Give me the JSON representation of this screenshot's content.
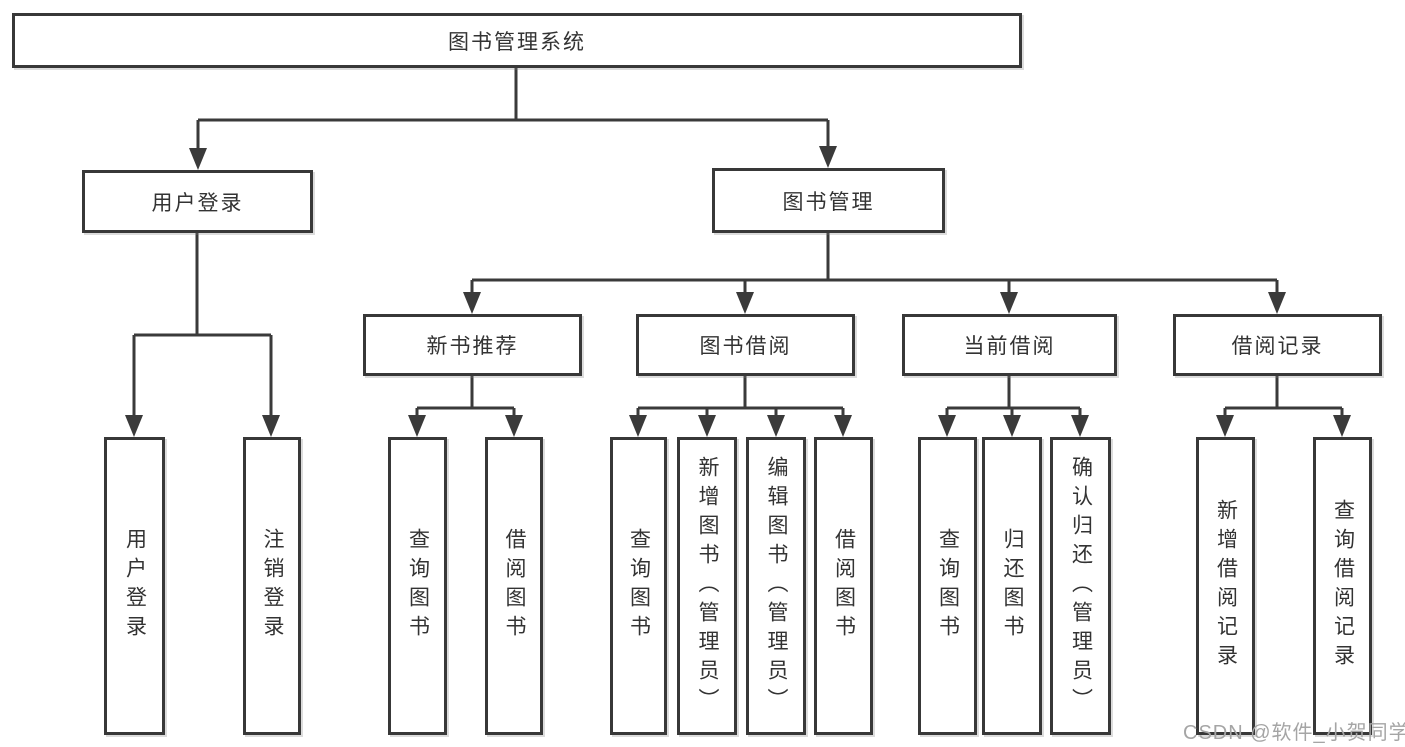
{
  "tree": {
    "root": {
      "label": "图书管理系统",
      "children": [
        {
          "label": "用户登录",
          "children": [
            {
              "label": "用户登录"
            },
            {
              "label": "注销登录"
            }
          ]
        },
        {
          "label": "图书管理",
          "children": [
            {
              "label": "新书推荐",
              "children": [
                {
                  "label": "查询图书"
                },
                {
                  "label": "借阅图书"
                }
              ]
            },
            {
              "label": "图书借阅",
              "children": [
                {
                  "label": "查询图书"
                },
                {
                  "label": "新增图书（管理员）"
                },
                {
                  "label": "编辑图书（管理员）"
                },
                {
                  "label": "借阅图书"
                }
              ]
            },
            {
              "label": "当前借阅",
              "children": [
                {
                  "label": "查询图书"
                },
                {
                  "label": "归还图书"
                },
                {
                  "label": "确认归还（管理员）"
                }
              ]
            },
            {
              "label": "借阅记录",
              "children": [
                {
                  "label": "新增借阅记录"
                },
                {
                  "label": "查询借阅记录"
                }
              ]
            }
          ]
        }
      ]
    }
  },
  "watermark": {
    "text": "CSDN @软件_小贺同学"
  },
  "colors": {
    "line": "#3a3a3a",
    "border": "#383838",
    "text": "#333333",
    "watermark": "#a5a5a5",
    "background": "#ffffff"
  }
}
